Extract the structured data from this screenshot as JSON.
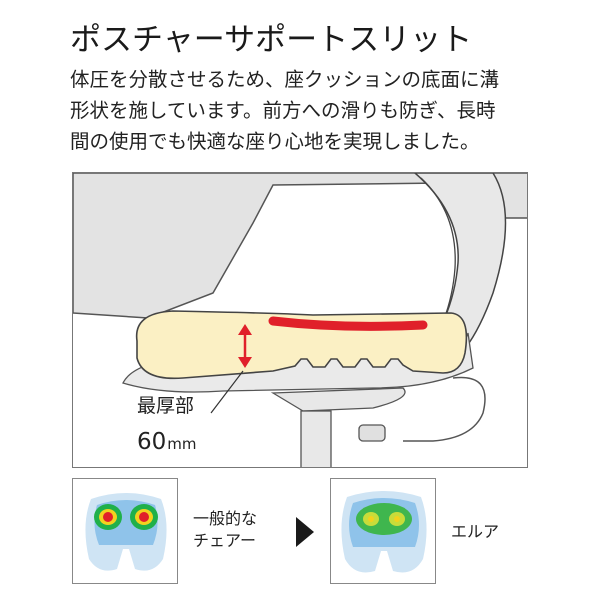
{
  "title": "ポスチャーサポートスリット",
  "description": [
    "体圧を分散させるため、座クッションの底面に溝",
    "形状を施しています。前方への滑りも防ぎ、長時",
    "間の使用でも快適な座り心地を実現しました。"
  ],
  "figure": {
    "label_thickest": "最厚部",
    "thickness_value": "60",
    "thickness_unit": "mm"
  },
  "comparison": {
    "left_caption_line1": "一般的な",
    "left_caption_line2": "チェアー",
    "right_caption": "エルア"
  },
  "colors": {
    "cushion": "#fbf0c4",
    "pressure_accent": "#e0202a",
    "chair_gray": "#e2e2e2"
  }
}
